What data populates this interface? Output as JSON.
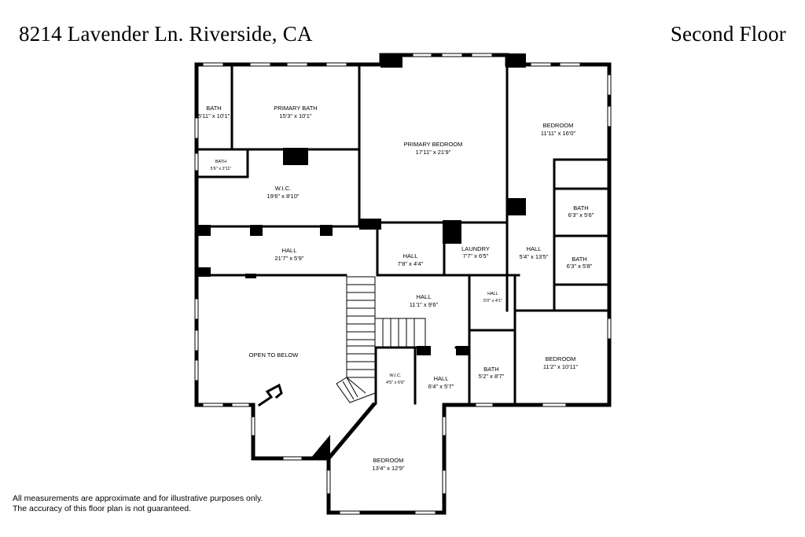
{
  "header": {
    "address": "8214 Lavender Ln. Riverside, CA",
    "floor": "Second Floor"
  },
  "disclaimer": {
    "line1": "All measurements are approximate and for illustrative purposes only.",
    "line2": "The accuracy of this floor plan is not guaranteed."
  },
  "rooms": [
    {
      "name": "BATH",
      "dims": "5'11\" x 10'1\""
    },
    {
      "name": "PRIMARY BATH",
      "dims": "15'3\" x 10'1\""
    },
    {
      "name": "PRIMARY BEDROOM",
      "dims": "17'11\" x 21'9\""
    },
    {
      "name": "BEDROOM",
      "dims": "11'11\" x 16'0\""
    },
    {
      "name": "BATH",
      "dims": "5'6\" x 2'11\""
    },
    {
      "name": "W.I.C.",
      "dims": "19'6\" x 8'10\""
    },
    {
      "name": "BATH",
      "dims": "6'3\" x 5'6\""
    },
    {
      "name": "HALL",
      "dims": "21'7\" x 5'9\""
    },
    {
      "name": "HALL",
      "dims": "7'8\" x 4'4\""
    },
    {
      "name": "LAUNDRY",
      "dims": "7'7\" x 6'5\""
    },
    {
      "name": "HALL",
      "dims": "5'4\" x 13'5\""
    },
    {
      "name": "BATH",
      "dims": "6'3\" x 5'8\""
    },
    {
      "name": "HALL",
      "dims": "11'1\" x 9'6\""
    },
    {
      "name": "HALL",
      "dims": "5'0\" x 4'1\""
    },
    {
      "name": "OPEN TO BELOW",
      "dims": ""
    },
    {
      "name": "BEDROOM",
      "dims": "11'2\" x 10'11\""
    },
    {
      "name": "BATH",
      "dims": "5'2\" x 8'7\""
    },
    {
      "name": "W.I.C.",
      "dims": "4'5\" x 6'6\""
    },
    {
      "name": "HALL",
      "dims": "6'4\" x 5'7\""
    },
    {
      "name": "BEDROOM",
      "dims": "13'4\" x 12'9\""
    }
  ]
}
